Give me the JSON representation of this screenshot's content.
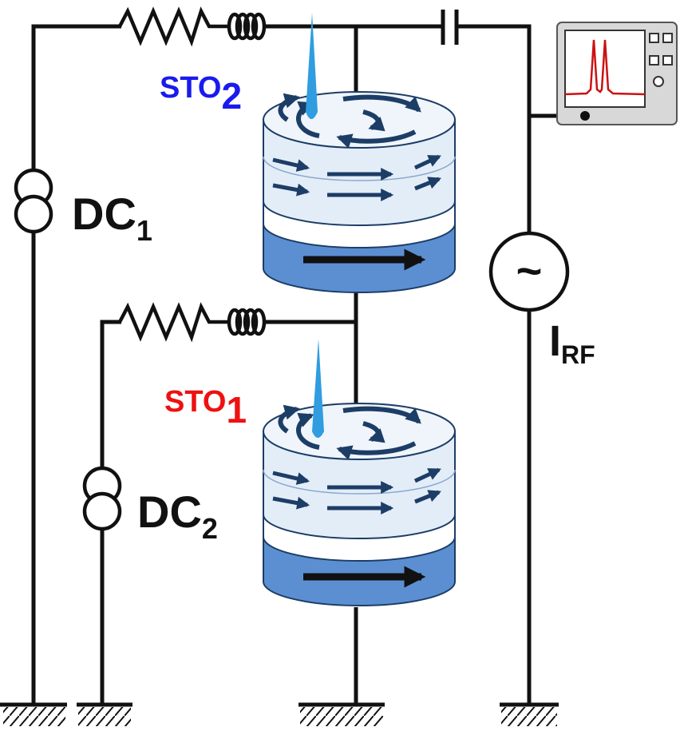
{
  "labels": {
    "sto2_main": "STO",
    "sto2_sub": "2",
    "sto1_main": "STO",
    "sto1_sub": "1",
    "dc1_main": "DC",
    "dc1_sub": "1",
    "dc2_main": "DC",
    "dc2_sub": "2",
    "irf_main": "I",
    "irf_sub": "RF",
    "ac_symbol": "~"
  },
  "colors": {
    "sto2_label": "#1a1aee",
    "sto1_label": "#ee1111",
    "wire": "#111111",
    "free_layer": "#e3edf8",
    "spacer": "#ffffff",
    "fixed_layer": "#5b8fd2",
    "arrow_dark": "#1c3d66",
    "probe": "#2f9de0",
    "analyzer_body": "#d8d8d8",
    "analyzer_screen": "#ffffff",
    "spectrum_peak": "#cc1111"
  }
}
